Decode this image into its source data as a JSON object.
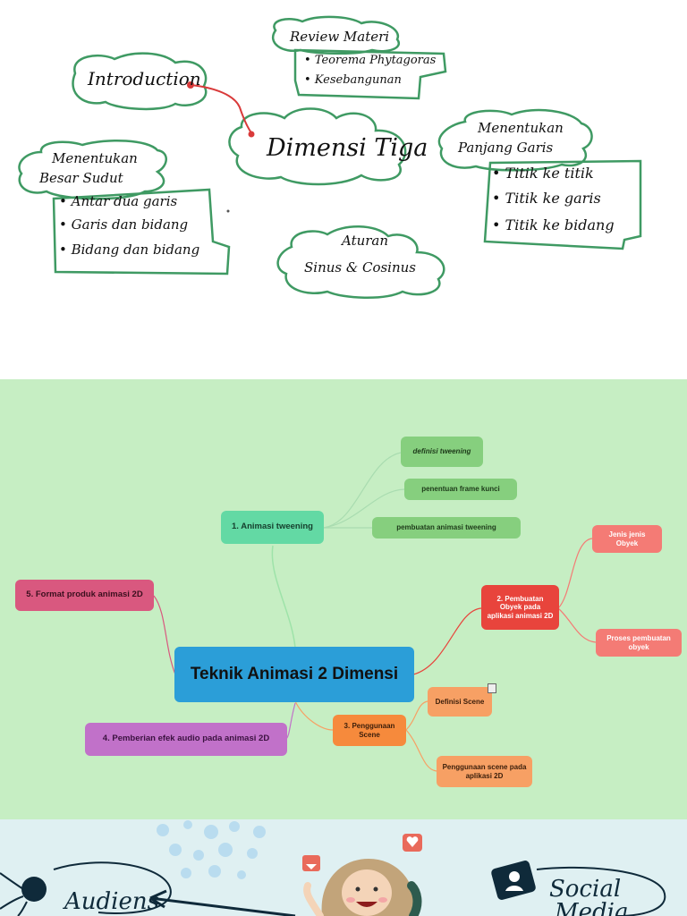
{
  "sketch": {
    "center": "Dimensi Tiga",
    "introduction": "Introduction",
    "review": {
      "title": "Review Materi",
      "items": [
        "• Teorema Phytagoras",
        "• Kesebangunan"
      ]
    },
    "sudut": {
      "title_lines": [
        "Menentukan",
        "Besar Sudut"
      ],
      "items": [
        "• Antar dua garis",
        "• Garis dan bidang",
        "• Bidang dan bidang"
      ]
    },
    "panjang": {
      "title_lines": [
        "Menentukan",
        "Panjang Garis"
      ],
      "items": [
        "• Titik ke titik",
        "• Titik ke garis",
        "• Titik ke bidang"
      ]
    },
    "aturan": {
      "lines": [
        "Aturan",
        "Sinus & Cosinus"
      ]
    }
  },
  "mindmap": {
    "center": "Teknik Animasi 2 Dimensi",
    "nodes": {
      "animasi_tweening": "1. Animasi tweening",
      "definisi_tweening": "definisi tweening",
      "frame_kunci": "penentuan frame kunci",
      "pembuatan_tweening": "pembuatan animasi tweening",
      "pembuatan_obyek": "2. Pembuatan Obyek pada aplikasi animasi 2D",
      "jenis_obyek": "Jenis jenis Obyek",
      "proses_pembuatan": "Proses pembuatan obyek",
      "penggunaan_scene": "3. Penggunaan Scene",
      "definisi_scene": "Definisi Scene",
      "penggunaan_scene_aplikasi": "Penggunaan scene pada aplikasi 2D",
      "efek_audio": "4. Pemberian efek audio pada animasi 2D",
      "format_produk": "5. Format produk animasi 2D"
    }
  },
  "social": {
    "left_label": "Audiens",
    "right_label_lines": [
      "Social",
      "Media"
    ]
  },
  "colors": {
    "bubble_outline": "#3f9a63",
    "intro_link": "#d93a3a",
    "mindmap_bg": "#c6eec3",
    "center": "#2b9ed8",
    "tweening_group": "#63d9a4",
    "obyek_group": "#e8443c",
    "obyek_children": "#f47b75",
    "scene_group": "#f7a064",
    "audio": "#c171c9",
    "format": "#d9587f",
    "social_bg": "#dff0f2"
  }
}
